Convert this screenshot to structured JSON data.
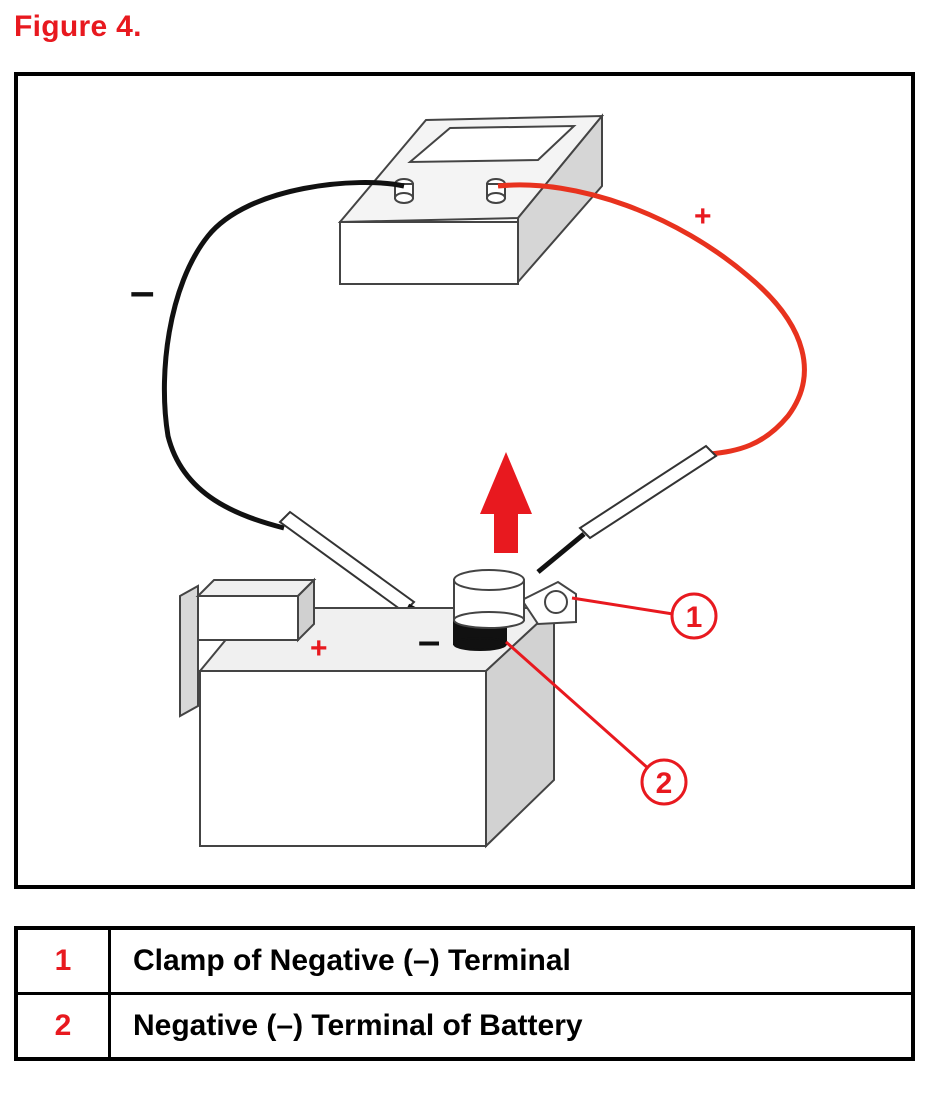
{
  "figure": {
    "title": "Figure 4."
  },
  "diagram": {
    "cable_signs": {
      "negative": "–",
      "positive": "+"
    },
    "battery_signs": {
      "negative": "–",
      "positive": "+"
    },
    "callouts": [
      "1",
      "2"
    ],
    "colors": {
      "positive_cable": "#e8321e",
      "negative_cable": "#111111",
      "callout": "#e8191f",
      "arrow": "#e8191f"
    }
  },
  "legend": [
    {
      "num": "1",
      "text": "Clamp of Negative (–) Terminal"
    },
    {
      "num": "2",
      "text": "Negative (–) Terminal of Battery"
    }
  ]
}
